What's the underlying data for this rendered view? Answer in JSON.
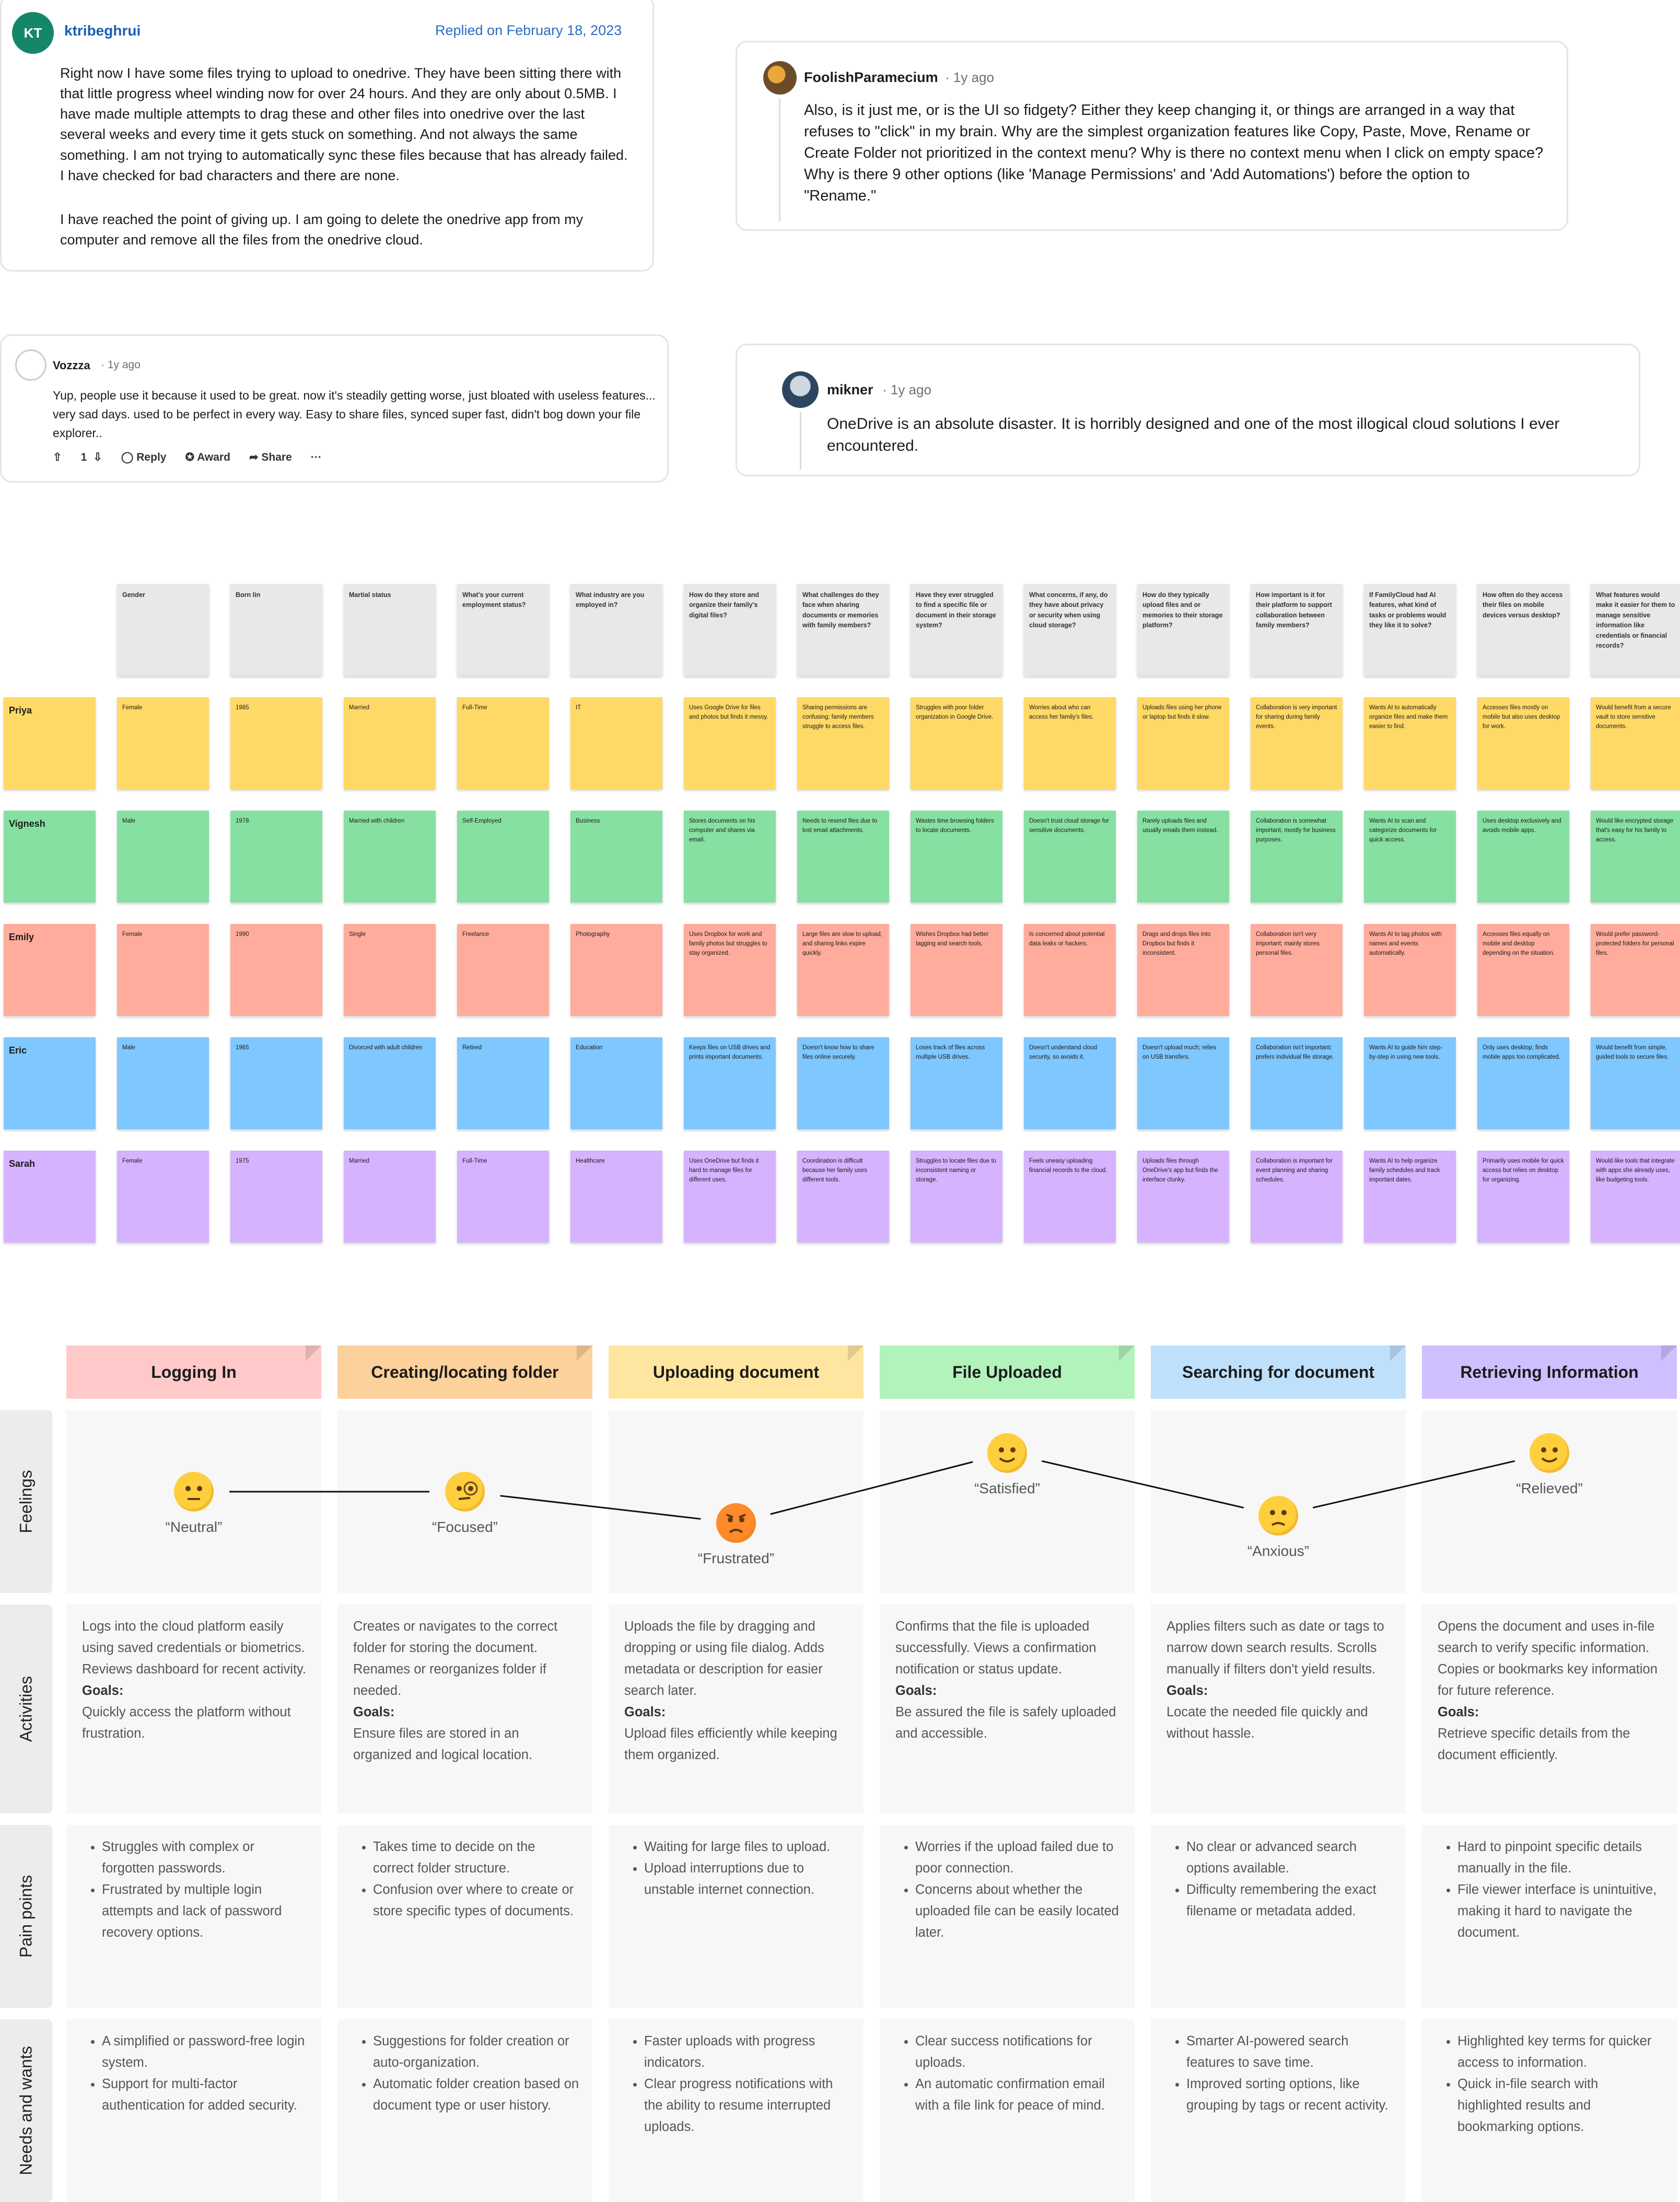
{
  "comments": [
    {
      "id": "c1",
      "avatar": "KT",
      "user": "ktribeghrui",
      "time": "Replied on February 18, 2023",
      "body": "Right now I have some files trying to upload to onedrive.  They have been sitting there with that little progress wheel winding now for over 24 hours. And they are only about 0.5MB. I have made multiple attempts to drag these and other files into onedrive over the last several weeks and every time it gets stuck on something. And not always the same something. I am not trying to automatically sync these files because that has already failed. I have checked for bad characters and there are none.",
      "body2": "I have reached the point of giving up.  I am going to delete the onedrive app from my computer and remove all the files from the onedrive cloud."
    },
    {
      "id": "c2",
      "user": "FoolishParamecium",
      "time": "1y ago",
      "body": "Also, is it just me, or is the UI so fidgety? Either they keep changing it, or things are arranged in a way that refuses to \"click\" in my brain. Why are the simplest organization features like Copy, Paste, Move, Rename or Create Folder not prioritized in the context menu? Why is there no context menu when I click on empty space? Why is there 9 other options (like 'Manage Permissions' and 'Add Automations') before the option to \"Rename.\""
    },
    {
      "id": "c3",
      "user": "Vozzza",
      "time": "1y ago",
      "body": "Yup, people use it because it used to be great. now it's steadily getting worse, just bloated with useless features... very sad days. used to be perfect in every way. Easy to share files, synced super fast, didn't bog down your file explorer..",
      "votes": "1",
      "reply": "Reply",
      "award": "Award",
      "share": "Share",
      "more": "···"
    },
    {
      "id": "c4",
      "user": "mikner",
      "time": "1y ago",
      "body": "OneDrive is an absolute disaster. It is horribly designed and one of the most illogical cloud solutions I ever encountered."
    }
  ],
  "survey": {
    "questions": [
      "Gender",
      "Born Iin",
      "Martial status",
      "What's your current employment status?",
      "What industry are you employed in?",
      "How do they store and organize their family's digital files?",
      "What challenges do they face when sharing documents or memories with family members?",
      "Have they ever struggled to find a specific file or document in their storage system?",
      "What concerns, if any, do they have about privacy or security when using cloud storage?",
      "How do they typically upload files and or memories to their storage platform?",
      "How important is it for their platform to support collaboration between family members?",
      "If FamilyCloud had AI features, what kind of tasks or problems would they like it to solve?",
      "How often do they access their files on mobile devices versus desktop?",
      "What features would make it easier for them to manage sensitive information like credentials or financial records?"
    ],
    "rows": [
      {
        "name": "Priya",
        "color": "yellow",
        "answers": [
          "Female",
          "1985",
          "Married",
          "Full-Time",
          "IT",
          "Uses Google Drive for files and photos but finds it messy.",
          "Sharing permissions are confusing; family members struggle to access files.",
          "Struggles with poor folder organization in Google Drive.",
          "Worries about who can access her family's files.",
          "Uploads files using her phone or laptop but finds it slow.",
          "Collaboration is very important for sharing during family events.",
          "Wants AI to automatically organize files and make them easier to find.",
          "Accesses files mostly on mobile but also uses desktop for work.",
          "Would benefit from a secure vault to store sensitive documents."
        ]
      },
      {
        "name": "Vignesh",
        "color": "green",
        "answers": [
          "Male",
          "1978",
          "Married with children",
          "Self-Employed",
          "Business",
          "Stores documents on his computer and shares via email.",
          "Needs to resend files due to lost email attachments.",
          "Wastes time browsing folders to locate documents.",
          "Doesn't trust cloud storage for sensitive documents.",
          "Rarely uploads files and usually emails them instead.",
          "Collaboration is somewhat important, mostly for business purposes.",
          "Wants AI to scan and categorize documents for quick access.",
          "Uses desktop exclusively and avoids mobile apps.",
          "Would like encrypted storage that's easy for his family to access."
        ]
      },
      {
        "name": "Emily",
        "color": "red",
        "answers": [
          "Female",
          "1990",
          "Single",
          "Freelance",
          "Photography",
          "Uses Dropbox for work and family photos but struggles to stay organized.",
          "Large files are slow to upload, and sharing links expire quickly.",
          "Wishes Dropbox had better tagging and search tools.",
          "Is concerned about potential data leaks or hackers.",
          "Drags and drops files into Dropbox but finds it inconsistent.",
          "Collaboration isn't very important; mainly stores personal files.",
          "Wants AI to tag photos with names and events automatically.",
          "Accesses files equally on mobile and desktop depending on the situation.",
          "Would prefer password-protected folders for personal files."
        ]
      },
      {
        "name": "Eric",
        "color": "blue",
        "answers": [
          "Male",
          "1965",
          "Divorced with adult children",
          "Retired",
          "Education",
          "Keeps files on USB drives and prints important documents.",
          "Doesn't know how to share files online securely.",
          "Loses track of files across multiple USB drives.",
          "Doesn't understand cloud security, so avoids it.",
          "Doesn't upload much; relies on USB transfers.",
          "Collaboration isn't important; prefers individual file storage.",
          "Wants AI to guide him step-by-step in using new tools.",
          "Only uses desktop; finds mobile apps too complicated.",
          "Would benefit from simple, guided tools to secure files."
        ]
      },
      {
        "name": "Sarah",
        "color": "purple",
        "answers": [
          "Female",
          "1975",
          "Married",
          "Full-Time",
          "Healthcare",
          "Uses OneDrive but finds it hard to manage files for different uses.",
          "Coordination is difficult because her family uses different tools.",
          "Struggles to locate files due to inconsistent naming or storage.",
          "Feels uneasy uploading financial records to the cloud.",
          "Uploads files through OneDrive's app but finds the interface clunky.",
          "Collaboration is important for event planning and sharing schedules.",
          "Wants AI to help organize family schedules and track important dates.",
          "Primarily uses mobile for quick access but relies on desktop for organizing.",
          "Would like tools that integrate with apps she already uses, like budgeting tools."
        ]
      }
    ]
  },
  "journey": {
    "row_labels": [
      "Feelings",
      "Activities",
      "Pain points",
      "Needs and wants"
    ],
    "goals_label": "Goals:",
    "stages": [
      {
        "title": "Logging In",
        "color": "#ffc9c9",
        "feeling": "“Neutral”",
        "emoji": "neutral-face-icon",
        "activity": "Logs into the cloud platform easily using saved credentials or biometrics. Reviews dashboard for recent activity.",
        "goal": "Quickly access the platform without frustration.",
        "pains": [
          "Struggles with complex or forgotten passwords.",
          "Frustrated by multiple login attempts and lack of password recovery options."
        ],
        "needs": [
          "A simplified or password-free login system.",
          "Support for multi-factor authentication for added security."
        ]
      },
      {
        "title": "Creating/locating folder",
        "color": "#fcd19c",
        "feeling": "“Focused”",
        "emoji": "face-with-monocle-icon",
        "activity": "Creates or navigates to the correct folder for storing the document. Renames or reorganizes folder if needed.",
        "goal": "Ensure files are stored in an organized and logical location.",
        "pains": [
          "Takes time to decide on the correct folder structure.",
          "Confusion over where to create or store specific types of documents."
        ],
        "needs": [
          "Suggestions for folder creation or auto-organization.",
          "Automatic folder creation based on document type or user history."
        ]
      },
      {
        "title": "Uploading document",
        "color": "#ffe6a0",
        "feeling": "“Frustrated”",
        "emoji": "angry-face-icon",
        "activity": "Uploads the file by dragging and dropping or using file dialog. Adds metadata or description for easier search later.",
        "goal": "Upload files efficiently while keeping them organized.",
        "pains": [
          "Waiting for large files to upload.",
          "Upload interruptions due to unstable internet connection."
        ],
        "needs": [
          "Faster uploads with progress indicators.",
          "Clear progress notifications with the ability to resume interrupted uploads."
        ]
      },
      {
        "title": "File Uploaded",
        "color": "#b2f2bb",
        "feeling": "“Satisfied”",
        "emoji": "slightly-smiling-face-icon",
        "activity": "Confirms that the file is uploaded successfully. Views a confirmation notification or status update.",
        "goal": "Be assured the file is safely uploaded and accessible.",
        "pains": [
          "Worries if the upload failed due to poor connection.",
          "Concerns about whether the uploaded file can be easily located later."
        ],
        "needs": [
          "Clear success notifications for uploads.",
          "An automatic confirmation email with a file link for peace of mind."
        ]
      },
      {
        "title": "Searching for document",
        "color": "#bfe0fb",
        "feeling": "“Anxious”",
        "emoji": "worried-face-icon",
        "activity": "Applies filters such as date or tags to narrow down search results. Scrolls manually if filters don't yield results.",
        "goal": "Locate the needed file quickly and without hassle.",
        "pains": [
          "No clear or advanced search options available.",
          "Difficulty remembering the exact filename or metadata added."
        ],
        "needs": [
          "Smarter AI-powered search features to save time.",
          "Improved sorting options, like grouping by tags or recent activity."
        ]
      },
      {
        "title": "Retrieving Information",
        "color": "#d0bfff",
        "feeling": "“Relieved”",
        "emoji": "relieved-face-icon",
        "activity": "Opens the document and uses in-file search to verify specific information. Copies or bookmarks key information for future reference.",
        "goal": "Retrieve specific details from the document efficiently.",
        "pains": [
          "Hard to pinpoint specific details manually in the file.",
          "File viewer interface is unintuitive, making it hard to navigate the document."
        ],
        "needs": [
          "Highlighted key terms for quicker access to information.",
          "Quick in-file search with highlighted results and bookmarking options."
        ]
      }
    ]
  }
}
